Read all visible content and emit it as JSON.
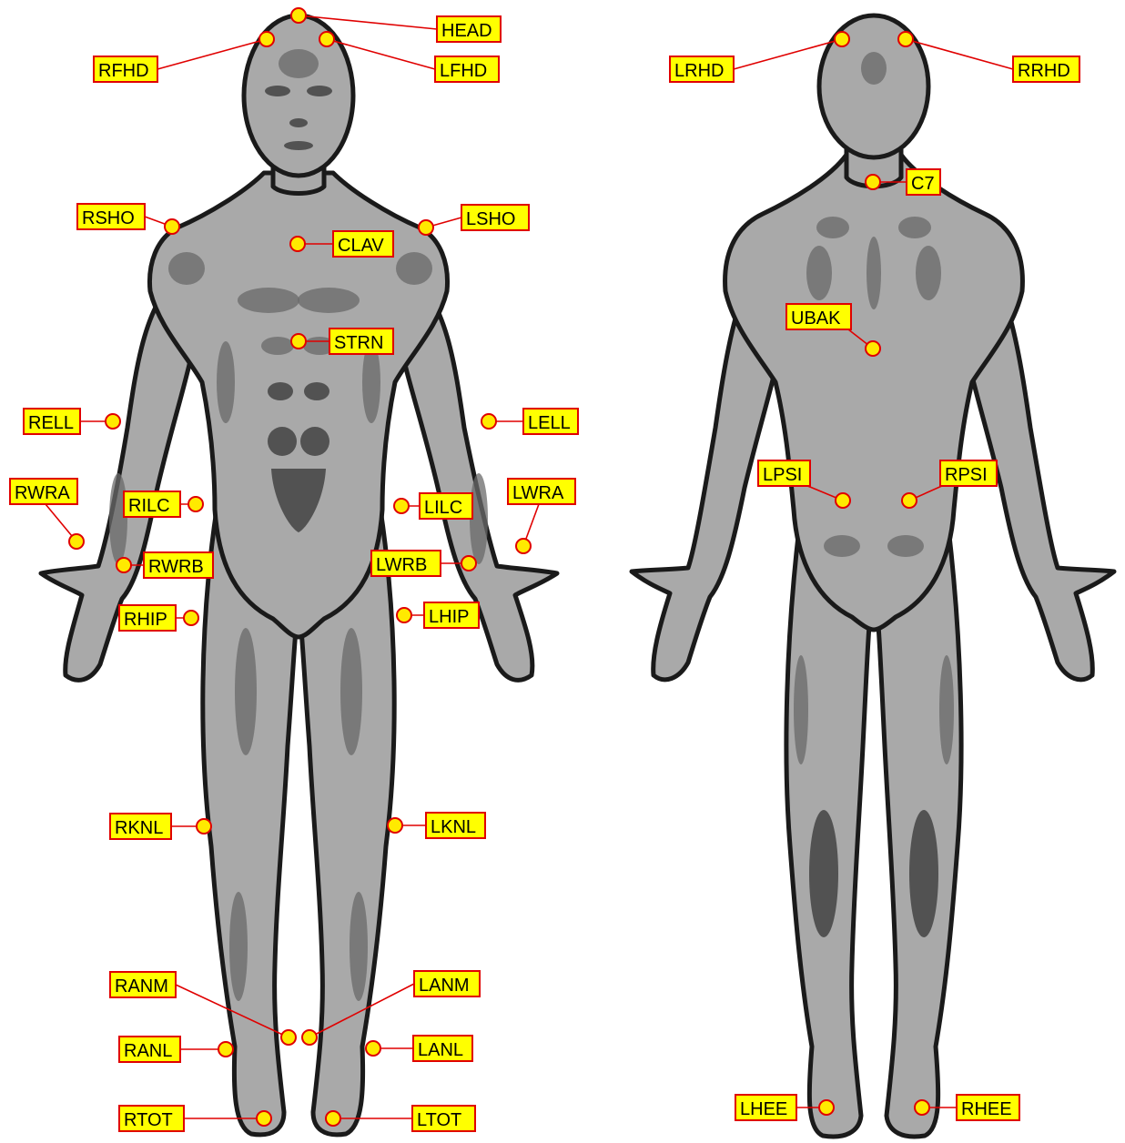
{
  "figures": {
    "front_view": {
      "markers": [
        "HEAD",
        "RFHD",
        "LFHD",
        "RSHO",
        "LSHO",
        "CLAV",
        "STRN",
        "RELL",
        "LELL",
        "RWRA",
        "LWRA",
        "RILC",
        "LILC",
        "RWRB",
        "LWRB",
        "RHIP",
        "LHIP",
        "RKNL",
        "LKNL",
        "RANM",
        "LANM",
        "RANL",
        "LANL",
        "RTOT",
        "LTOT"
      ]
    },
    "back_view": {
      "markers": [
        "LRHD",
        "RRHD",
        "C7",
        "UBAK",
        "LPSI",
        "RPSI",
        "LHEE",
        "RHEE"
      ]
    }
  },
  "labels": {
    "HEAD": "HEAD",
    "RFHD": "RFHD",
    "LFHD": "LFHD",
    "RSHO": "RSHO",
    "LSHO": "LSHO",
    "CLAV": "CLAV",
    "STRN": "STRN",
    "RELL": "RELL",
    "LELL": "LELL",
    "RWRA": "RWRA",
    "LWRA": "LWRA",
    "RILC": "RILC",
    "LILC": "LILC",
    "RWRB": "RWRB",
    "LWRB": "LWRB",
    "RHIP": "RHIP",
    "LHIP": "LHIP",
    "RKNL": "RKNL",
    "LKNL": "LKNL",
    "RANM": "RANM",
    "LANM": "LANM",
    "RANL": "RANL",
    "LANL": "LANL",
    "RTOT": "RTOT",
    "LTOT": "LTOT",
    "LRHD": "LRHD",
    "RRHD": "RRHD",
    "C7": "C7",
    "UBAK": "UBAK",
    "LPSI": "LPSI",
    "RPSI": "RPSI",
    "LHEE": "LHEE",
    "RHEE": "RHEE"
  },
  "colors": {
    "marker_fill": "#ffea00",
    "label_fill": "#ffff00",
    "outline_red": "#e00000",
    "body_gray": "#a9a9a9",
    "body_outline": "#1a1a1a"
  }
}
